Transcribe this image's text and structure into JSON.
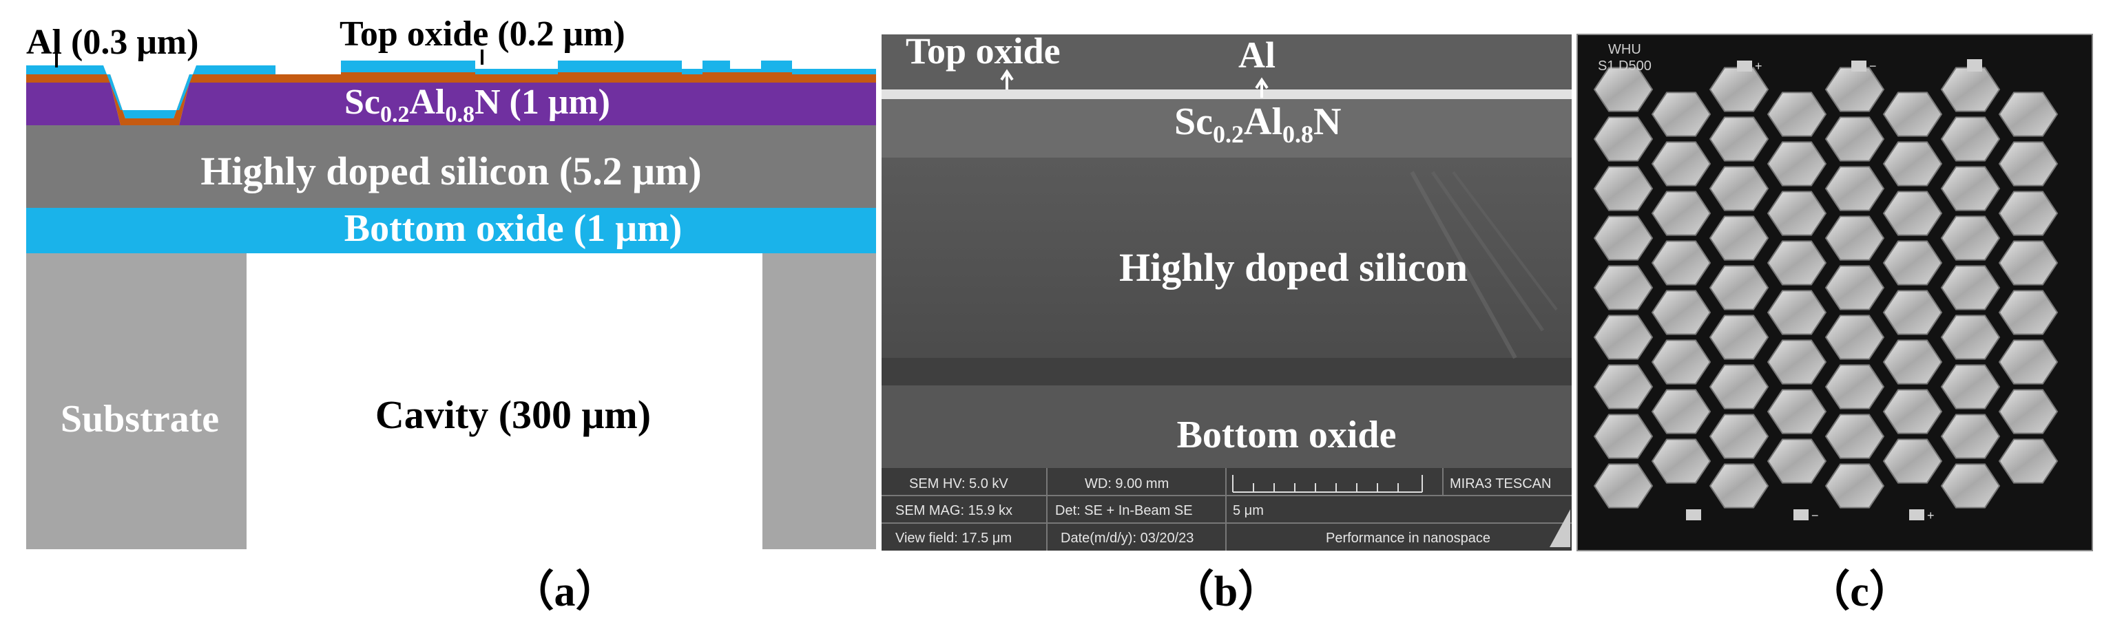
{
  "panels": {
    "a": {
      "caption": "（a）",
      "labels": {
        "al": "Al (0.3 μm)",
        "top_oxide": "Top oxide (0.2 μm)",
        "scaln_sc": "Sc",
        "scaln_sub1": "0.2",
        "scaln_al": "Al",
        "scaln_sub2": "0.8",
        "scaln_rest": "N (1 μm)",
        "silicon": "Highly doped silicon (5.2 μm)",
        "bottom_oxide": "Bottom oxide (1 μm)",
        "substrate": "Substrate",
        "cavity": "Cavity (300 μm)"
      },
      "colors": {
        "silicon": "#7a7a7a",
        "oxide": "#1ab3ea",
        "scaln": "#7030a0",
        "al": "#c55a11",
        "substrate": "#a6a6a6"
      }
    },
    "b": {
      "caption": "（b）",
      "labels": {
        "top_oxide": "Top oxide",
        "al": "Al",
        "scaln_sc": "Sc",
        "scaln_sub1": "0.2",
        "scaln_al": "Al",
        "scaln_sub2": "0.8",
        "scaln_rest": "N",
        "silicon": "Highly doped silicon",
        "bottom_oxide": "Bottom oxide"
      },
      "info": {
        "sem_hv": "SEM HV: 5.0 kV",
        "wd": "WD: 9.00 mm",
        "brand": "MIRA3 TESCAN",
        "sem_mag": "SEM MAG: 15.9 kx",
        "det": "Det: SE + In-Beam SE",
        "scale": "5 μm",
        "view_field": "View field: 17.5 μm",
        "date": "Date(m/d/y): 03/20/23",
        "slogan": "Performance in nanospace"
      }
    },
    "c": {
      "caption": "（c）",
      "labels": {
        "line1": "WHU",
        "line2": "S1 D500"
      },
      "pad_signs": {
        "plus": "+",
        "minus": "−"
      }
    }
  }
}
